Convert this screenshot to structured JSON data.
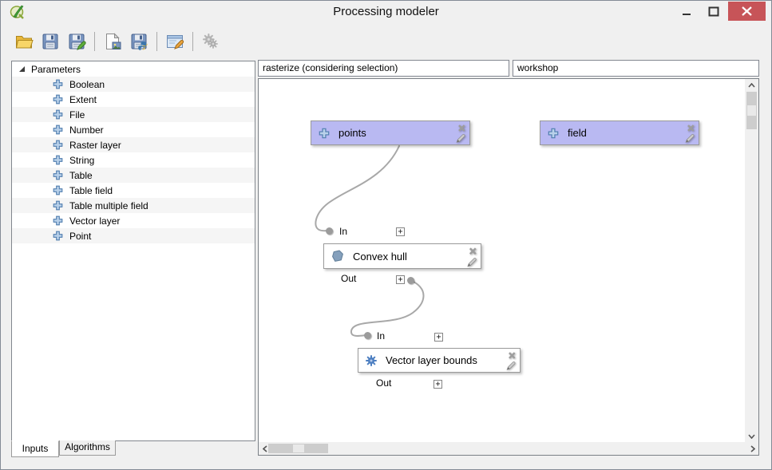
{
  "window": {
    "title": "Processing modeler"
  },
  "titlebar_icons": [
    "qgis-logo-icon",
    "minimize-icon",
    "maximize-icon",
    "close-icon"
  ],
  "toolbar": {
    "buttons": [
      {
        "name": "open-model",
        "icon": "folder-open-icon"
      },
      {
        "name": "save-model",
        "icon": "save-icon"
      },
      {
        "name": "save-model-as",
        "icon": "save-as-icon"
      },
      {
        "name": "export-as-image",
        "icon": "export-image-icon"
      },
      {
        "name": "export-as-python",
        "icon": "export-python-icon"
      },
      {
        "name": "edit-model-help",
        "icon": "edit-help-icon"
      },
      {
        "name": "run-model",
        "icon": "run-gears-icon",
        "disabled": true
      }
    ]
  },
  "sidebar": {
    "root_label": "Parameters",
    "items": [
      "Boolean",
      "Extent",
      "File",
      "Number",
      "Raster layer",
      "String",
      "Table",
      "Table field",
      "Table multiple field",
      "Vector layer",
      "Point"
    ],
    "tabs": [
      {
        "label": "Inputs",
        "active": true
      },
      {
        "label": "Algorithms",
        "active": false
      }
    ]
  },
  "model": {
    "name": "rasterize (considering selection)",
    "group": "workshop"
  },
  "canvas": {
    "nodes": [
      {
        "id": "points",
        "kind": "parameter",
        "label": "points"
      },
      {
        "id": "field",
        "kind": "parameter",
        "label": "field"
      },
      {
        "id": "convex-hull",
        "kind": "algorithm",
        "label": "Convex hull",
        "in_label": "In",
        "out_label": "Out"
      },
      {
        "id": "vector-layer-bounds",
        "kind": "algorithm",
        "label": "Vector layer bounds",
        "in_label": "In",
        "out_label": "Out"
      }
    ],
    "expander_glyph": "+",
    "colors": {
      "parameter_node_fill": "#b9b9f2",
      "algorithm_node_fill": "#ffffff",
      "link_stroke": "#a8a8a8",
      "close_button": "#c75458"
    }
  }
}
